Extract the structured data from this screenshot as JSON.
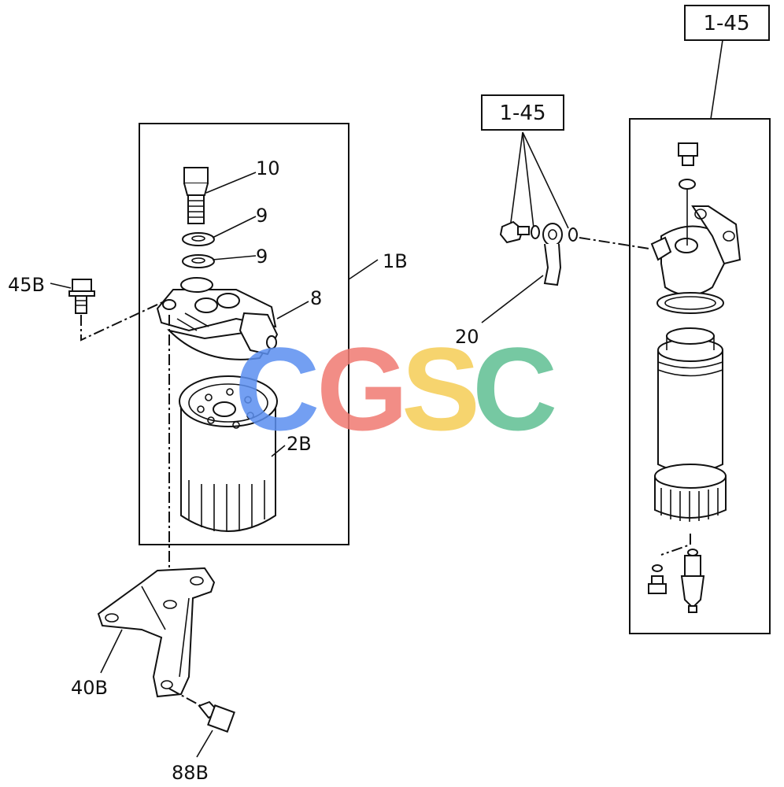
{
  "callouts": {
    "c10": "10",
    "c9a": "9",
    "c9b": "9",
    "c1B": "1B",
    "c45B": "45B",
    "c8": "8",
    "c2B": "2B",
    "c40B": "40B",
    "c88B": "88B",
    "c20": "20"
  },
  "references": {
    "ref_left": "1-45",
    "ref_right": "1-45"
  },
  "watermark": {
    "letters": [
      "C",
      "G",
      "S",
      "C"
    ],
    "colors": [
      "#5b8ff0",
      "#f07a72",
      "#f5cd55",
      "#5fbf92"
    ]
  }
}
